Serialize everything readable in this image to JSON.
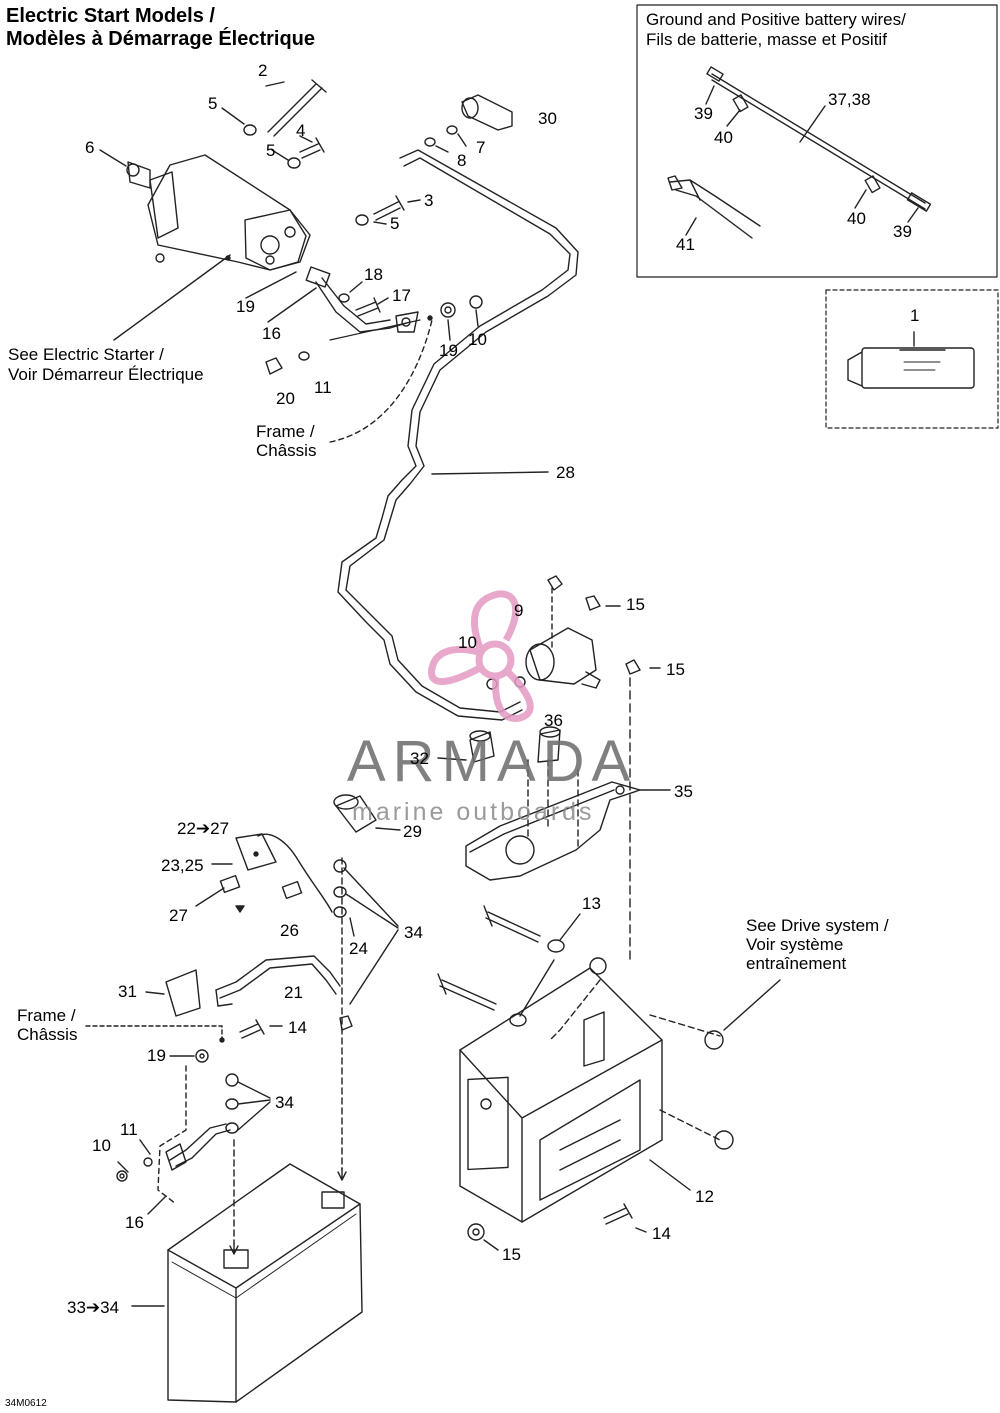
{
  "title": {
    "line1": "Electric Start Models /",
    "line2": "Modèles à Démarrage Électrique"
  },
  "inset": {
    "line1": "Ground and Positive battery wires/",
    "line2": "Fils de batterie, masse et Positif"
  },
  "notes": {
    "starter1": "See Electric Starter /",
    "starter2": "Voir Démarreur Électrique",
    "frame_top1": "Frame /",
    "frame_top2": "Châssis",
    "frame_left1": "Frame /",
    "frame_left2": "Châssis",
    "drive1": "See Drive system /",
    "drive2": "Voir système",
    "drive3": "entraînement"
  },
  "callouts": {
    "c1": "1",
    "c2": "2",
    "c3": "3",
    "c4": "4",
    "c5a": "5",
    "c5b": "5",
    "c5c": "5",
    "c6": "6",
    "c7": "7",
    "c8": "8",
    "c9": "9",
    "c10a": "10",
    "c10b": "10",
    "c10c": "10",
    "c11a": "11",
    "c11b": "11",
    "c12": "12",
    "c13": "13",
    "c14a": "14",
    "c14b": "14",
    "c15a": "15",
    "c15b": "15",
    "c15c": "15",
    "c16a": "16",
    "c16b": "16",
    "c17": "17",
    "c18": "18",
    "c19a": "19",
    "c19b": "19",
    "c19c": "19",
    "c20": "20",
    "c21": "21",
    "c22_27": "22➔27",
    "c23_25": "23,25",
    "c24": "24",
    "c26": "26",
    "c27": "27",
    "c28": "28",
    "c29": "29",
    "c30": "30",
    "c31": "31",
    "c32": "32",
    "c33_34": "33➔34",
    "c34a": "34",
    "c34b": "34",
    "c35": "35",
    "c36": "36",
    "c37_38": "37,38",
    "c39a": "39",
    "c39b": "39",
    "c40a": "40",
    "c40b": "40",
    "c41": "41"
  },
  "drawing_code": "34M0612",
  "watermark": {
    "word": "ARMADA",
    "tagline": "marine outboards",
    "logo_color": "#e39ac2"
  }
}
